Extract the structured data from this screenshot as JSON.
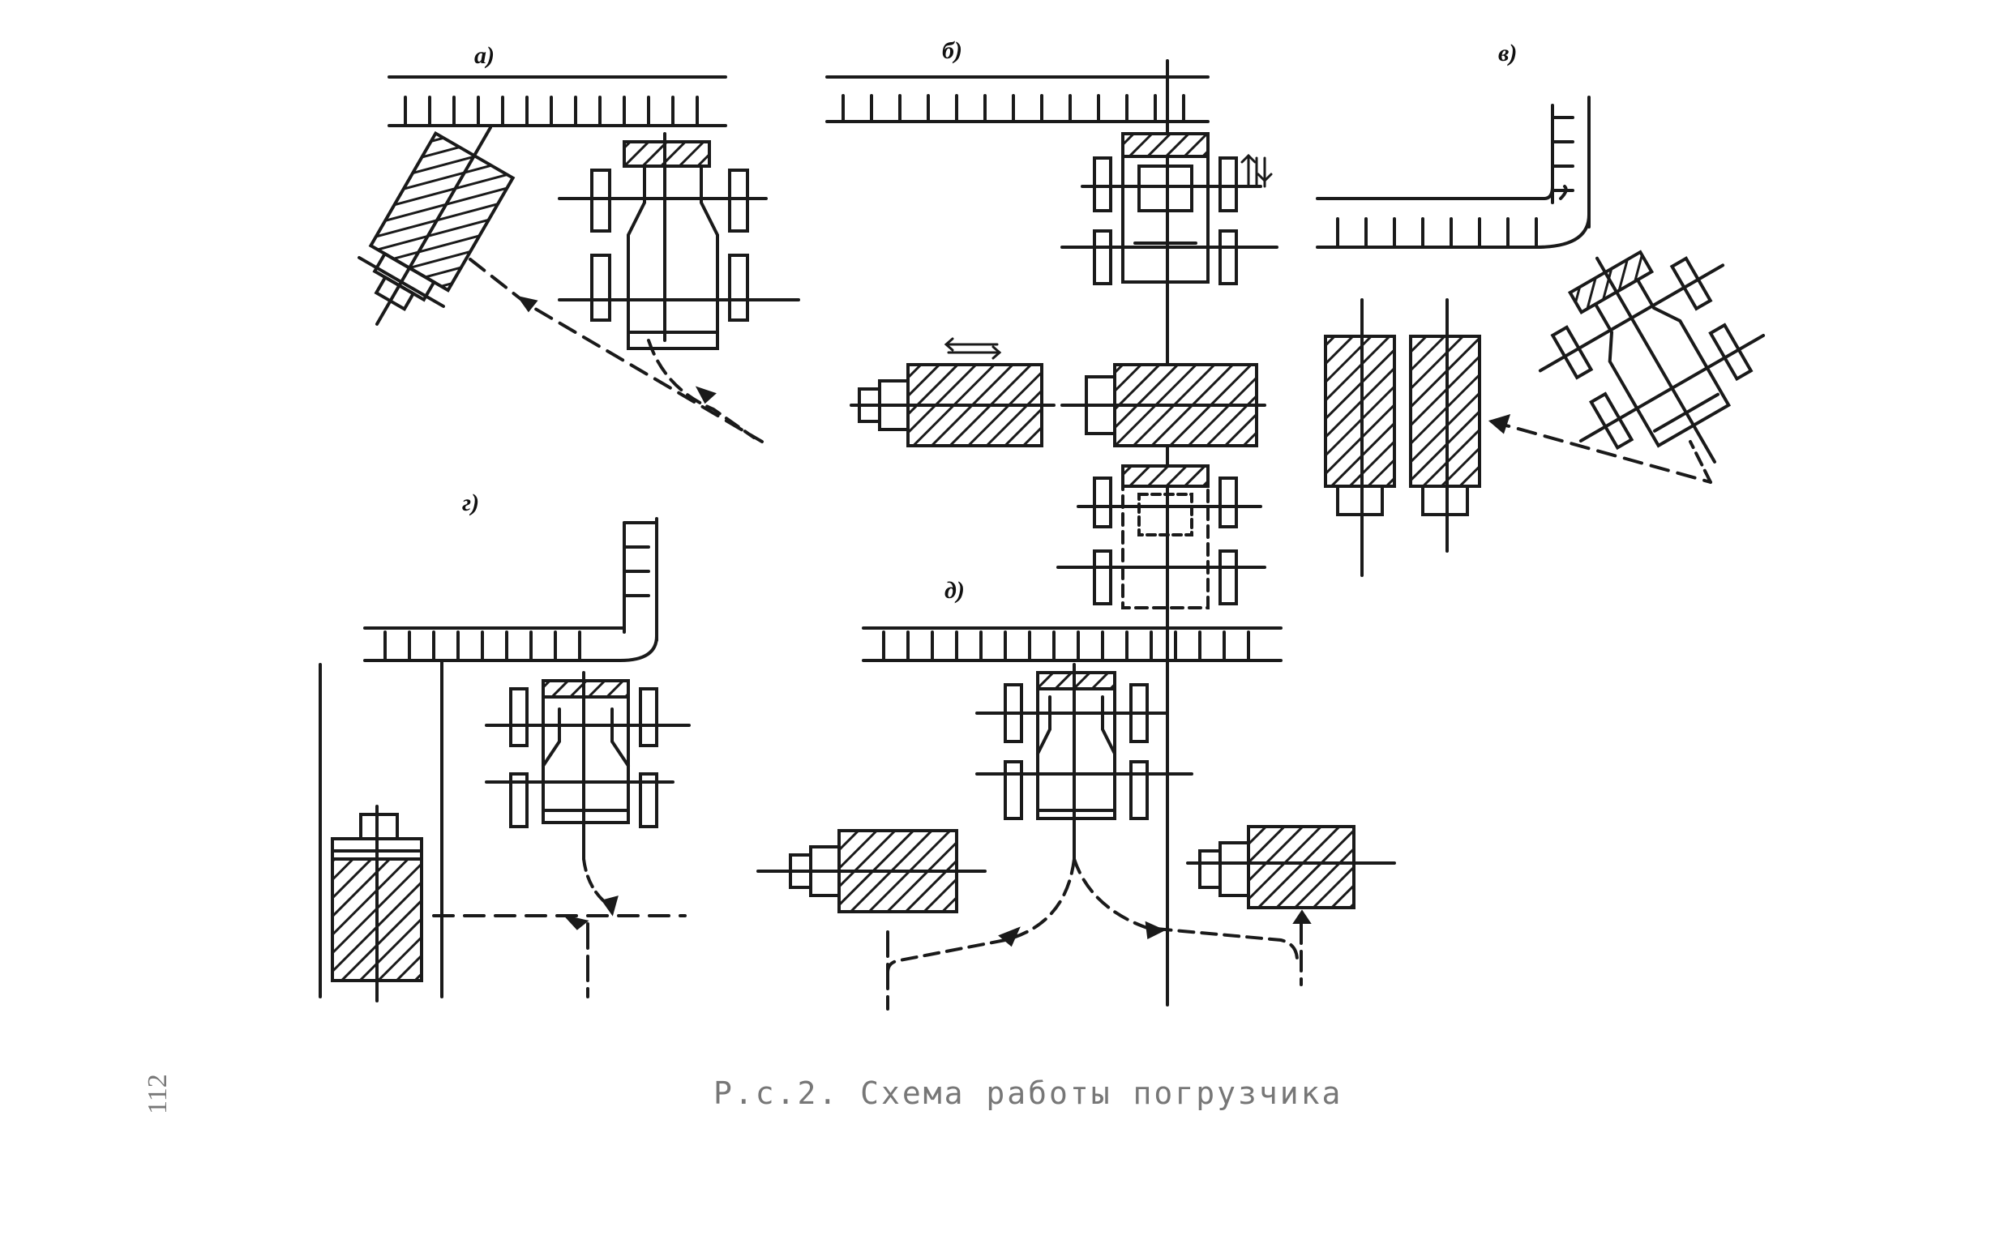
{
  "figure": {
    "panel_labels": {
      "a": "а)",
      "b": "б)",
      "v": "в)",
      "g": "г)",
      "d": "д)"
    },
    "caption": "Р.с.2. Схема работы погрузчика",
    "page_number": "112"
  },
  "colors": {
    "ink": "#1a1a1a",
    "caption": "#777777",
    "background": "#ffffff"
  }
}
